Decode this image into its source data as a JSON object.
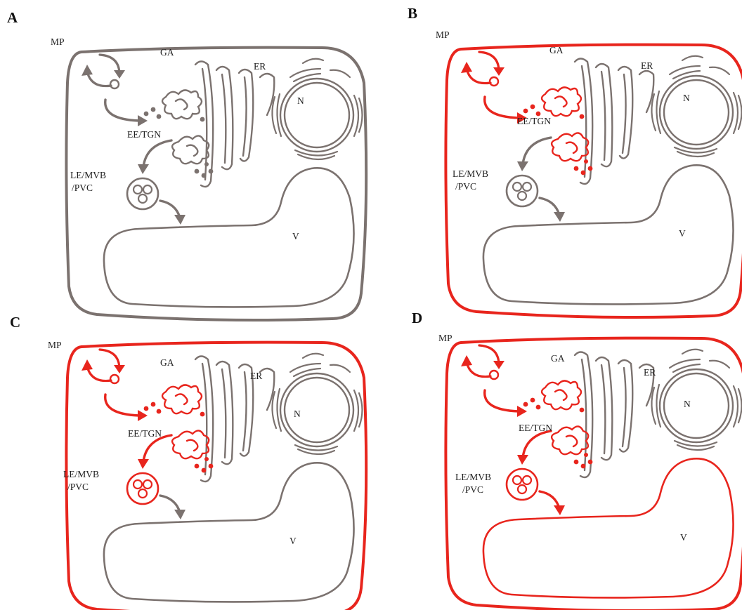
{
  "figure": {
    "panels": [
      {
        "letter": "A",
        "labels": {
          "mp": "MP",
          "ga": "GA",
          "er": "ER",
          "n": "N",
          "ee_tgn": "EE/TGN",
          "le_mvb": "LE/MVB",
          "pvc": "/PVC",
          "v": "V"
        },
        "highlighted": []
      },
      {
        "letter": "B",
        "labels": {
          "mp": "MP",
          "ga": "GA",
          "er": "ER",
          "n": "N",
          "ee_tgn": "EE/TGN",
          "le_mvb": "LE/MVB",
          "pvc": "/PVC",
          "v": "V"
        },
        "highlighted": [
          "plasma-membrane",
          "mp-endocytosis",
          "ee-tgn",
          "arrow-to-ee-tgn"
        ]
      },
      {
        "letter": "C",
        "labels": {
          "mp": "MP",
          "ga": "GA",
          "er": "ER",
          "n": "N",
          "ee_tgn": "EE/TGN",
          "le_mvb": "LE/MVB",
          "pvc": "/PVC",
          "v": "V"
        },
        "highlighted": [
          "plasma-membrane",
          "mp-endocytosis",
          "ee-tgn",
          "arrow-to-ee-tgn",
          "arrow-to-le-mvb",
          "le-mvb-pvc"
        ]
      },
      {
        "letter": "D",
        "labels": {
          "mp": "MP",
          "ga": "GA",
          "er": "ER",
          "n": "N",
          "ee_tgn": "EE/TGN",
          "le_mvb": "LE/MVB",
          "pvc": "/PVC",
          "v": "V"
        },
        "highlighted": [
          "plasma-membrane",
          "mp-endocytosis",
          "ee-tgn",
          "arrow-to-ee-tgn",
          "arrow-to-le-mvb",
          "le-mvb-pvc",
          "arrow-to-vacuole",
          "vacuole"
        ]
      }
    ],
    "colors": {
      "highlight": "#e8251d",
      "neutral": "#7b726f",
      "background": "#ffffff"
    }
  }
}
